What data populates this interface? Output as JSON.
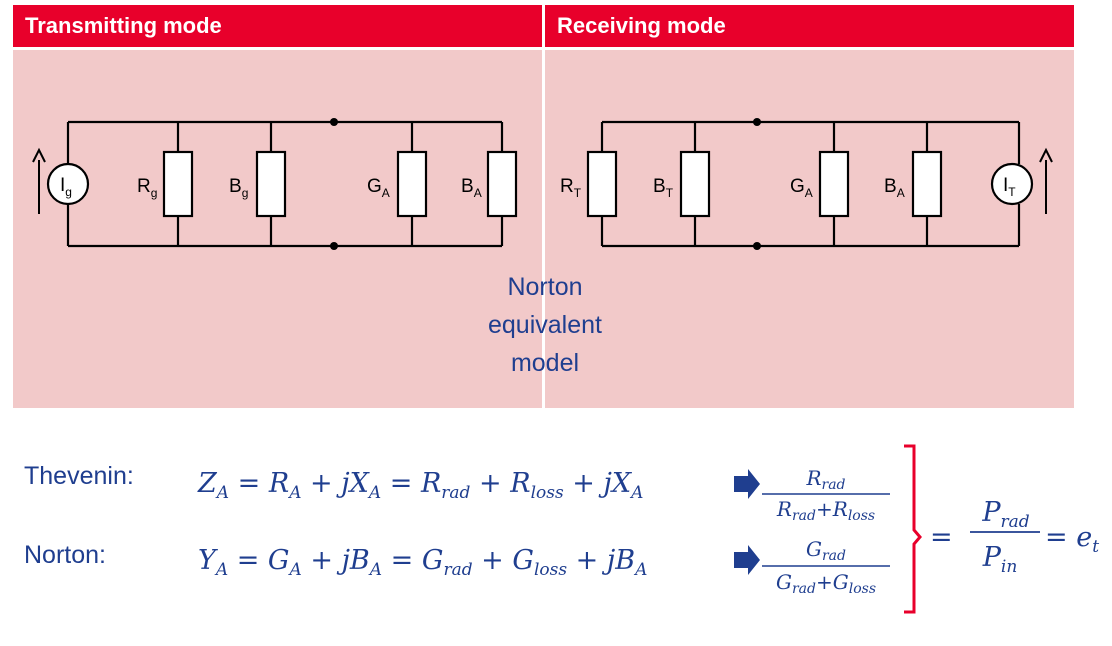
{
  "headers": {
    "transmitting": "Transmitting mode",
    "receiving": "Receiving mode"
  },
  "center_label": [
    "Norton",
    "equivalent",
    "model"
  ],
  "transmit_circuit": {
    "source": {
      "base": "I",
      "sub": "g"
    },
    "elements": [
      {
        "base": "R",
        "sub": "g"
      },
      {
        "base": "B",
        "sub": "g"
      },
      {
        "base": "G",
        "sub": "A"
      },
      {
        "base": "B",
        "sub": "A"
      }
    ]
  },
  "receive_circuit": {
    "elements": [
      {
        "base": "R",
        "sub": "T"
      },
      {
        "base": "B",
        "sub": "T"
      },
      {
        "base": "G",
        "sub": "A"
      },
      {
        "base": "B",
        "sub": "A"
      }
    ],
    "source": {
      "base": "I",
      "sub": "T"
    }
  },
  "equations": {
    "thevenin_label": "Thevenin:",
    "norton_label": "Norton:",
    "thevenin": {
      "lhs": {
        "base": "Z",
        "sub": "A"
      },
      "terms1": [
        {
          "base": "R",
          "sub": "A"
        },
        {
          "base": "jX",
          "sub": "A"
        }
      ],
      "terms2": [
        {
          "base": "R",
          "sub": "rad"
        },
        {
          "base": "R",
          "sub": "loss"
        },
        {
          "base": "jX",
          "sub": "A"
        }
      ],
      "frac_num": {
        "base": "R",
        "sub": "rad"
      },
      "frac_den": [
        {
          "base": "R",
          "sub": "rad"
        },
        {
          "base": "R",
          "sub": "loss"
        }
      ]
    },
    "norton": {
      "lhs": {
        "base": "Y",
        "sub": "A"
      },
      "terms1": [
        {
          "base": "G",
          "sub": "A"
        },
        {
          "base": "jB",
          "sub": "A"
        }
      ],
      "terms2": [
        {
          "base": "G",
          "sub": "rad"
        },
        {
          "base": "G",
          "sub": "loss"
        },
        {
          "base": "jB",
          "sub": "A"
        }
      ],
      "frac_num": {
        "base": "G",
        "sub": "rad"
      },
      "frac_den": [
        {
          "base": "G",
          "sub": "rad"
        },
        {
          "base": "G",
          "sub": "loss"
        }
      ]
    },
    "result": {
      "num": {
        "base": "P",
        "sub": "rad"
      },
      "den": {
        "base": "P",
        "sub": "in"
      },
      "rhs": {
        "base": "e",
        "sub": "t"
      }
    }
  },
  "colors": {
    "header_bg": "#e8002b",
    "panel_bg": "#f2c9c9",
    "math_text": "#1f3e8f",
    "bracket": "#e8002b"
  }
}
